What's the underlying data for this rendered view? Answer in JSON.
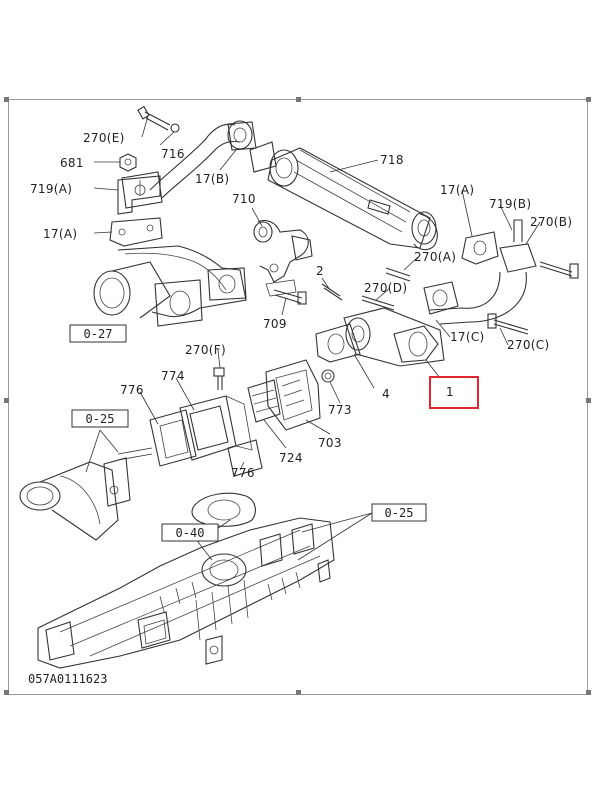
{
  "drawing_code": "057A0111623",
  "highlight_color": "#e0262e",
  "refs": {
    "r027": "0-27",
    "r025a": "0-25",
    "r025b": "0-25",
    "r040": "0-40"
  },
  "labels": {
    "l270e": "270(E)",
    "l716": "716",
    "l681": "681",
    "l719a": "719(A)",
    "l17a_left": "17(A)",
    "l17b": "17(B)",
    "l718": "718",
    "l710": "710",
    "l17a_right": "17(A)",
    "l719b": "719(B)",
    "l270b": "270(B)",
    "l270a": "270(A)",
    "l2": "2",
    "l270d": "270(D)",
    "l709": "709",
    "l17c": "17(C)",
    "l270c": "270(C)",
    "l270f": "270(F)",
    "l776a": "776",
    "l774": "774",
    "l4": "4",
    "l773": "773",
    "l776b": "776",
    "l724": "724",
    "l703": "703",
    "l1": "1"
  }
}
